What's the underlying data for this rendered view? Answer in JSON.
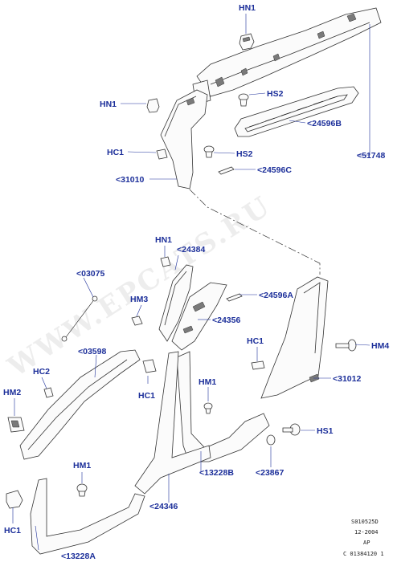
{
  "watermark": "WWW.EPCATS.RU",
  "callouts": {
    "hn1_top": "HN1",
    "hn1_left": "HN1",
    "hs2_upper": "HS2",
    "p24596b": "<24596B",
    "hc1_upper": "HC1",
    "hs2_lower": "HS2",
    "p51748": "<51748",
    "p24596c": "<24596C",
    "p31010": "<31010",
    "hn1_mid": "HN1",
    "p24384": "<24384",
    "p03075": "<03075",
    "p24596a": "<24596A",
    "hm3": "HM3",
    "p24356": "<24356",
    "hm4": "HM4",
    "hc1_right": "HC1",
    "p03598": "<03598",
    "hc2": "HC2",
    "p31012": "<31012",
    "hm1_mid": "HM1",
    "hc1_mid": "HC1",
    "hm2": "HM2",
    "hs1": "HS1",
    "p13228b": "<13228B",
    "p23867": "<23867",
    "hm1_low": "HM1",
    "p24346": "<24346",
    "hc1_low": "HC1",
    "p13228a": "<13228A"
  },
  "reference": {
    "line1": "S010525D",
    "line2": "12-2004",
    "line3": "AP",
    "line4": "C 01384120 1"
  }
}
